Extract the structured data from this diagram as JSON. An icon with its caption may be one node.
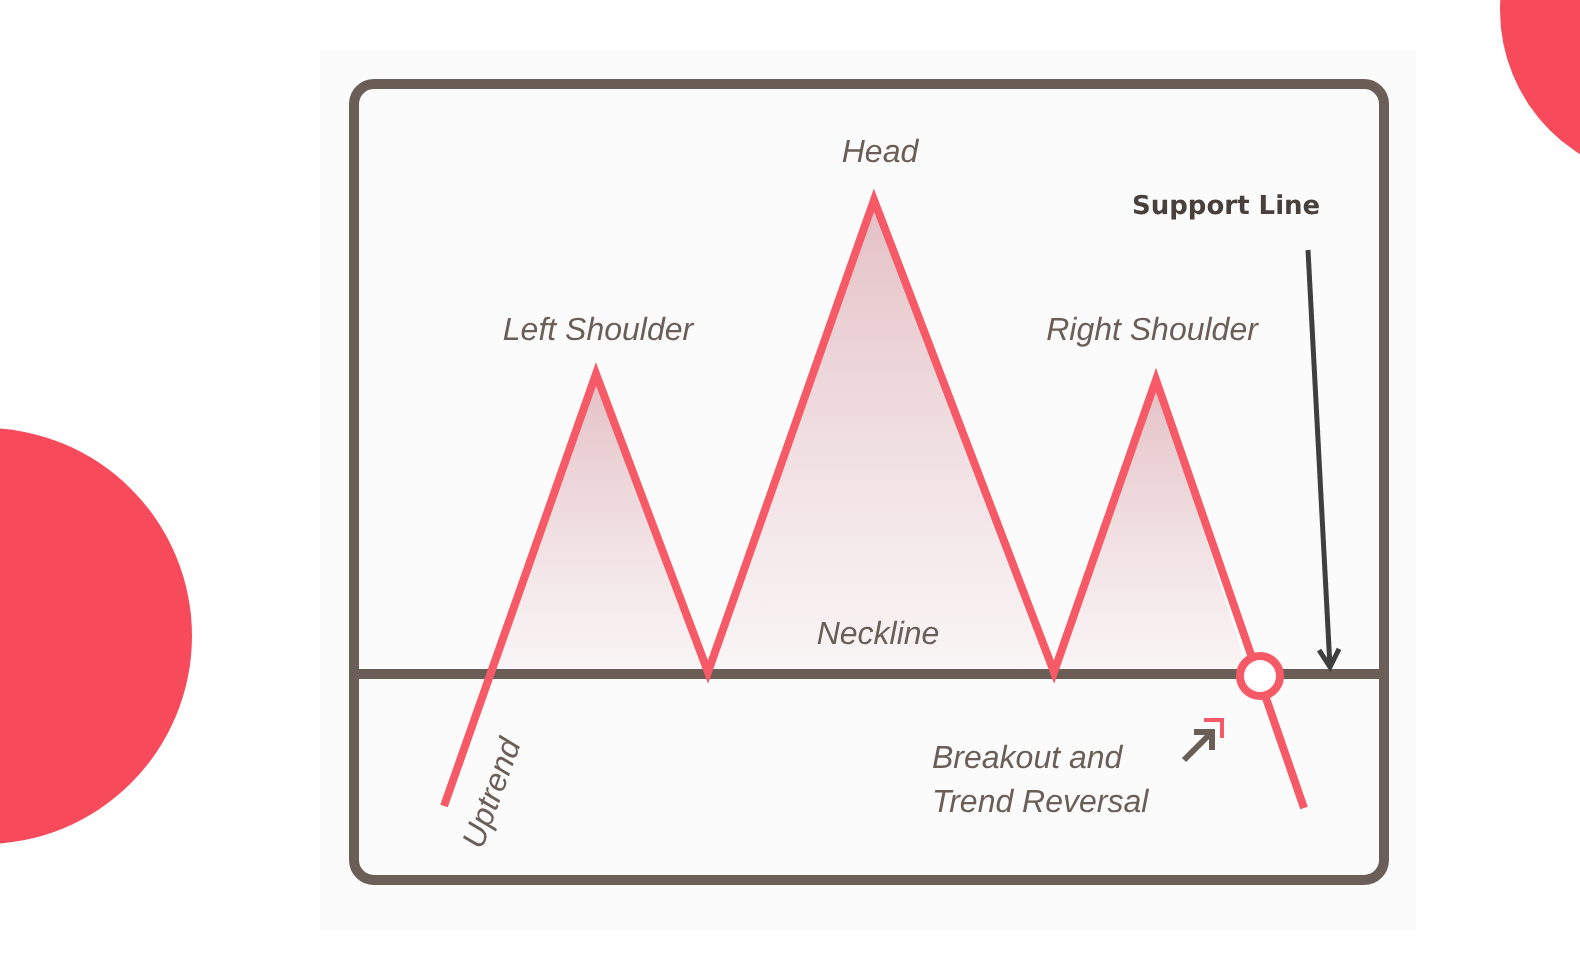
{
  "diagram": {
    "nodes": [
      {
        "text": [
          "Support Line"
        ]
      },
      {
        "text": [],
        "shape": "bar",
        "beside": [
          "Neckline"
        ]
      }
    ],
    "edges": [
      {
        "from": 0,
        "to": 1,
        "arrow": "to"
      }
    ],
    "labels": [
      "Head",
      "Left Shoulder",
      "Right Shoulder",
      "Uptrend",
      "Breakout and Trend Reversal"
    ]
  }
}
